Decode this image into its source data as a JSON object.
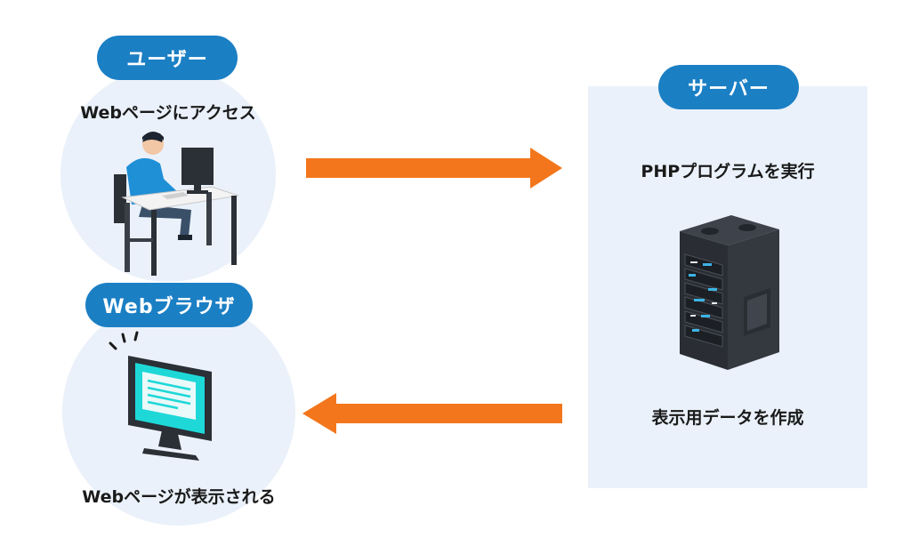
{
  "user_section": {
    "label": "ユーザー",
    "caption": "Webページにアクセス"
  },
  "browser_section": {
    "label": "Webブラウザ",
    "caption": "Webページが表示される"
  },
  "server_section": {
    "label": "サーバー",
    "caption_top": "PHPプログラムを実行",
    "caption_bottom": "表示用データを作成"
  },
  "colors": {
    "accent_blue": "#1b7fc4",
    "arrow_orange": "#f4761c",
    "panel_bg": "#eaf1fa",
    "screen_teal": "#1ed8d8"
  },
  "icons": [
    "user-at-desk-icon",
    "monitor-icon",
    "server-icon",
    "arrow-right-icon",
    "arrow-left-icon"
  ]
}
